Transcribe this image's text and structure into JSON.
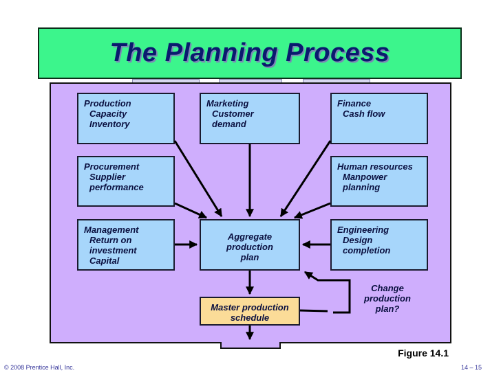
{
  "title": "The Planning Process",
  "nodes": {
    "production": {
      "head": "Production",
      "sub": "Capacity\nInventory"
    },
    "marketing": {
      "head": "Marketing",
      "sub": "Customer\ndemand"
    },
    "finance": {
      "head": "Finance",
      "sub": "Cash flow"
    },
    "procurement": {
      "head": "Procurement",
      "sub": "Supplier\nperformance"
    },
    "human_resources": {
      "head": "Human resources",
      "sub": "Manpower\nplanning"
    },
    "management": {
      "head": "Management",
      "sub": "Return on\ninvestment\nCapital"
    },
    "aggregate": {
      "head": "Aggregate\nproduction\nplan"
    },
    "engineering": {
      "head": "Engineering",
      "sub": "Design\ncompletion"
    },
    "master": {
      "head": "Master production\nschedule"
    }
  },
  "change_label": "Change\nproduction\nplan?",
  "figure_label": "Figure 14.1",
  "footer": {
    "copyright": "© 2008 Prentice Hall, Inc.",
    "page": "14 – 15"
  }
}
